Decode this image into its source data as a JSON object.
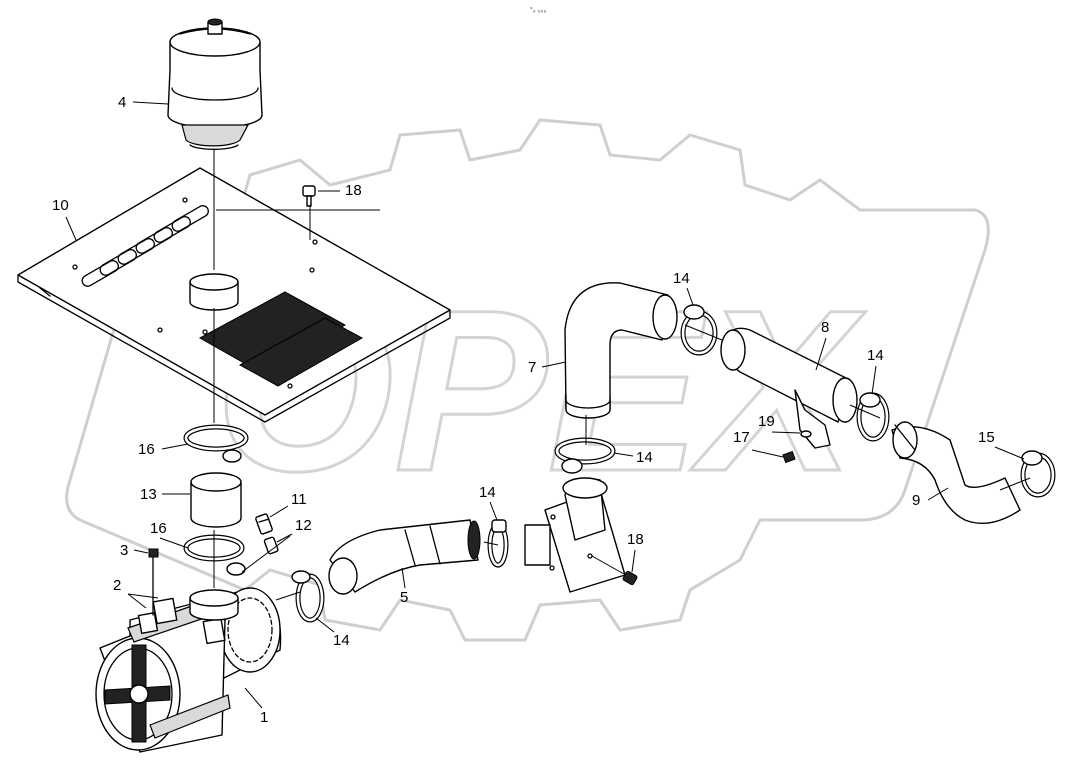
{
  "diagram": {
    "header_code": "°₀ ₀₀₀",
    "watermark_text": "OPEX",
    "colors": {
      "line": "#000000",
      "watermark": "#cfcfcf",
      "background": "#ffffff"
    },
    "callouts": {
      "c1": "1",
      "c2": "2",
      "c3": "3",
      "c4": "4",
      "c5": "5",
      "c7": "7",
      "c8": "8",
      "c9": "9",
      "c10": "10",
      "c11": "11",
      "c12": "12",
      "c13": "13",
      "c14a": "14",
      "c14b": "14",
      "c14c": "14",
      "c14d": "14",
      "c14e": "14",
      "c15": "15",
      "c16a": "16",
      "c16b": "16",
      "c17": "17",
      "c18a": "18",
      "c18b": "18",
      "c19": "19"
    }
  }
}
